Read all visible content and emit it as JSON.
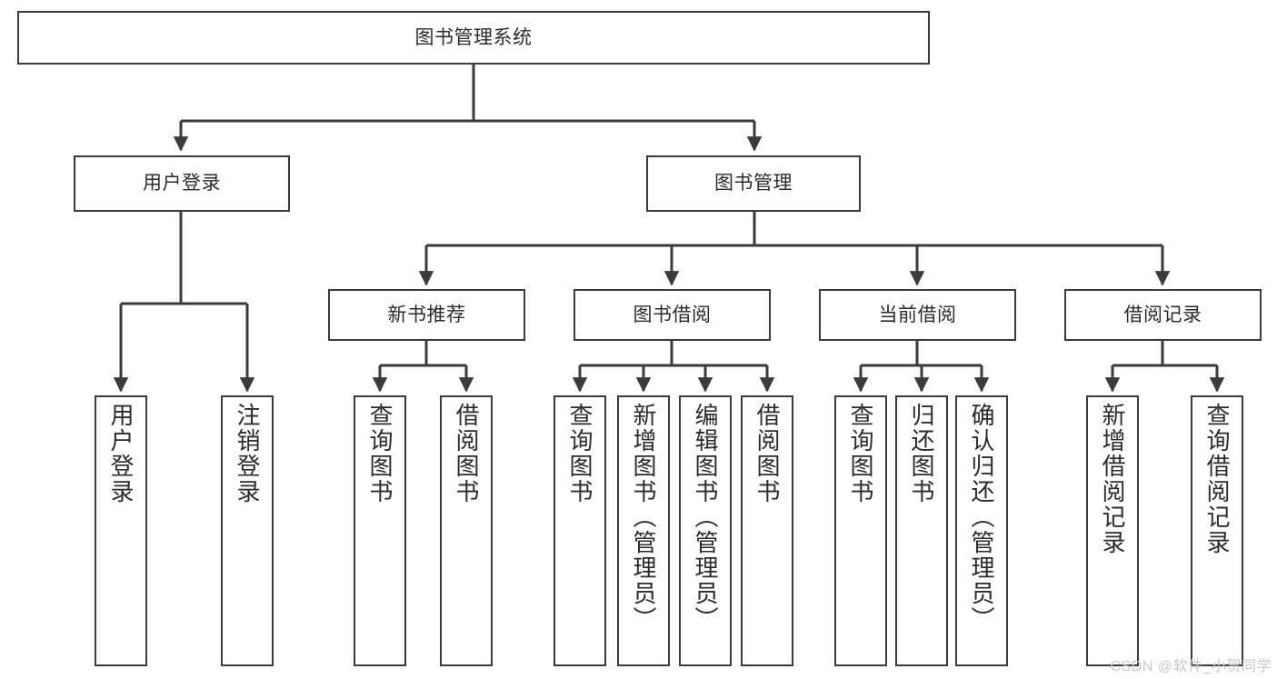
{
  "diagram": {
    "title": "图书管理系统",
    "background_color": "#ffffff",
    "line_color": "#3b3b3b",
    "text_color": "#2b2b2b",
    "root": {
      "label": "图书管理系统"
    },
    "level2": [
      {
        "label": "用户登录"
      },
      {
        "label": "图书管理"
      }
    ],
    "level3": [
      {
        "label": "新书推荐"
      },
      {
        "label": "图书借阅"
      },
      {
        "label": "当前借阅"
      },
      {
        "label": "借阅记录"
      }
    ],
    "leaves": {
      "user_login": [
        {
          "label": "用户登录"
        },
        {
          "label": "注销登录"
        }
      ],
      "new_book_recommend": [
        {
          "label": "查询图书"
        },
        {
          "label": "借阅图书"
        }
      ],
      "book_borrow": [
        {
          "label": "查询图书"
        },
        {
          "label": "新增图书（管理员）"
        },
        {
          "label": "编辑图书（管理员）"
        },
        {
          "label": "借阅图书"
        }
      ],
      "current_borrow": [
        {
          "label": "查询图书"
        },
        {
          "label": "归还图书"
        },
        {
          "label": "确认归还（管理员）"
        }
      ],
      "borrow_record": [
        {
          "label": "新增借阅记录"
        },
        {
          "label": "查询借阅记录"
        }
      ]
    }
  },
  "watermark": {
    "text": "CSDN @软件_小贺同学"
  }
}
